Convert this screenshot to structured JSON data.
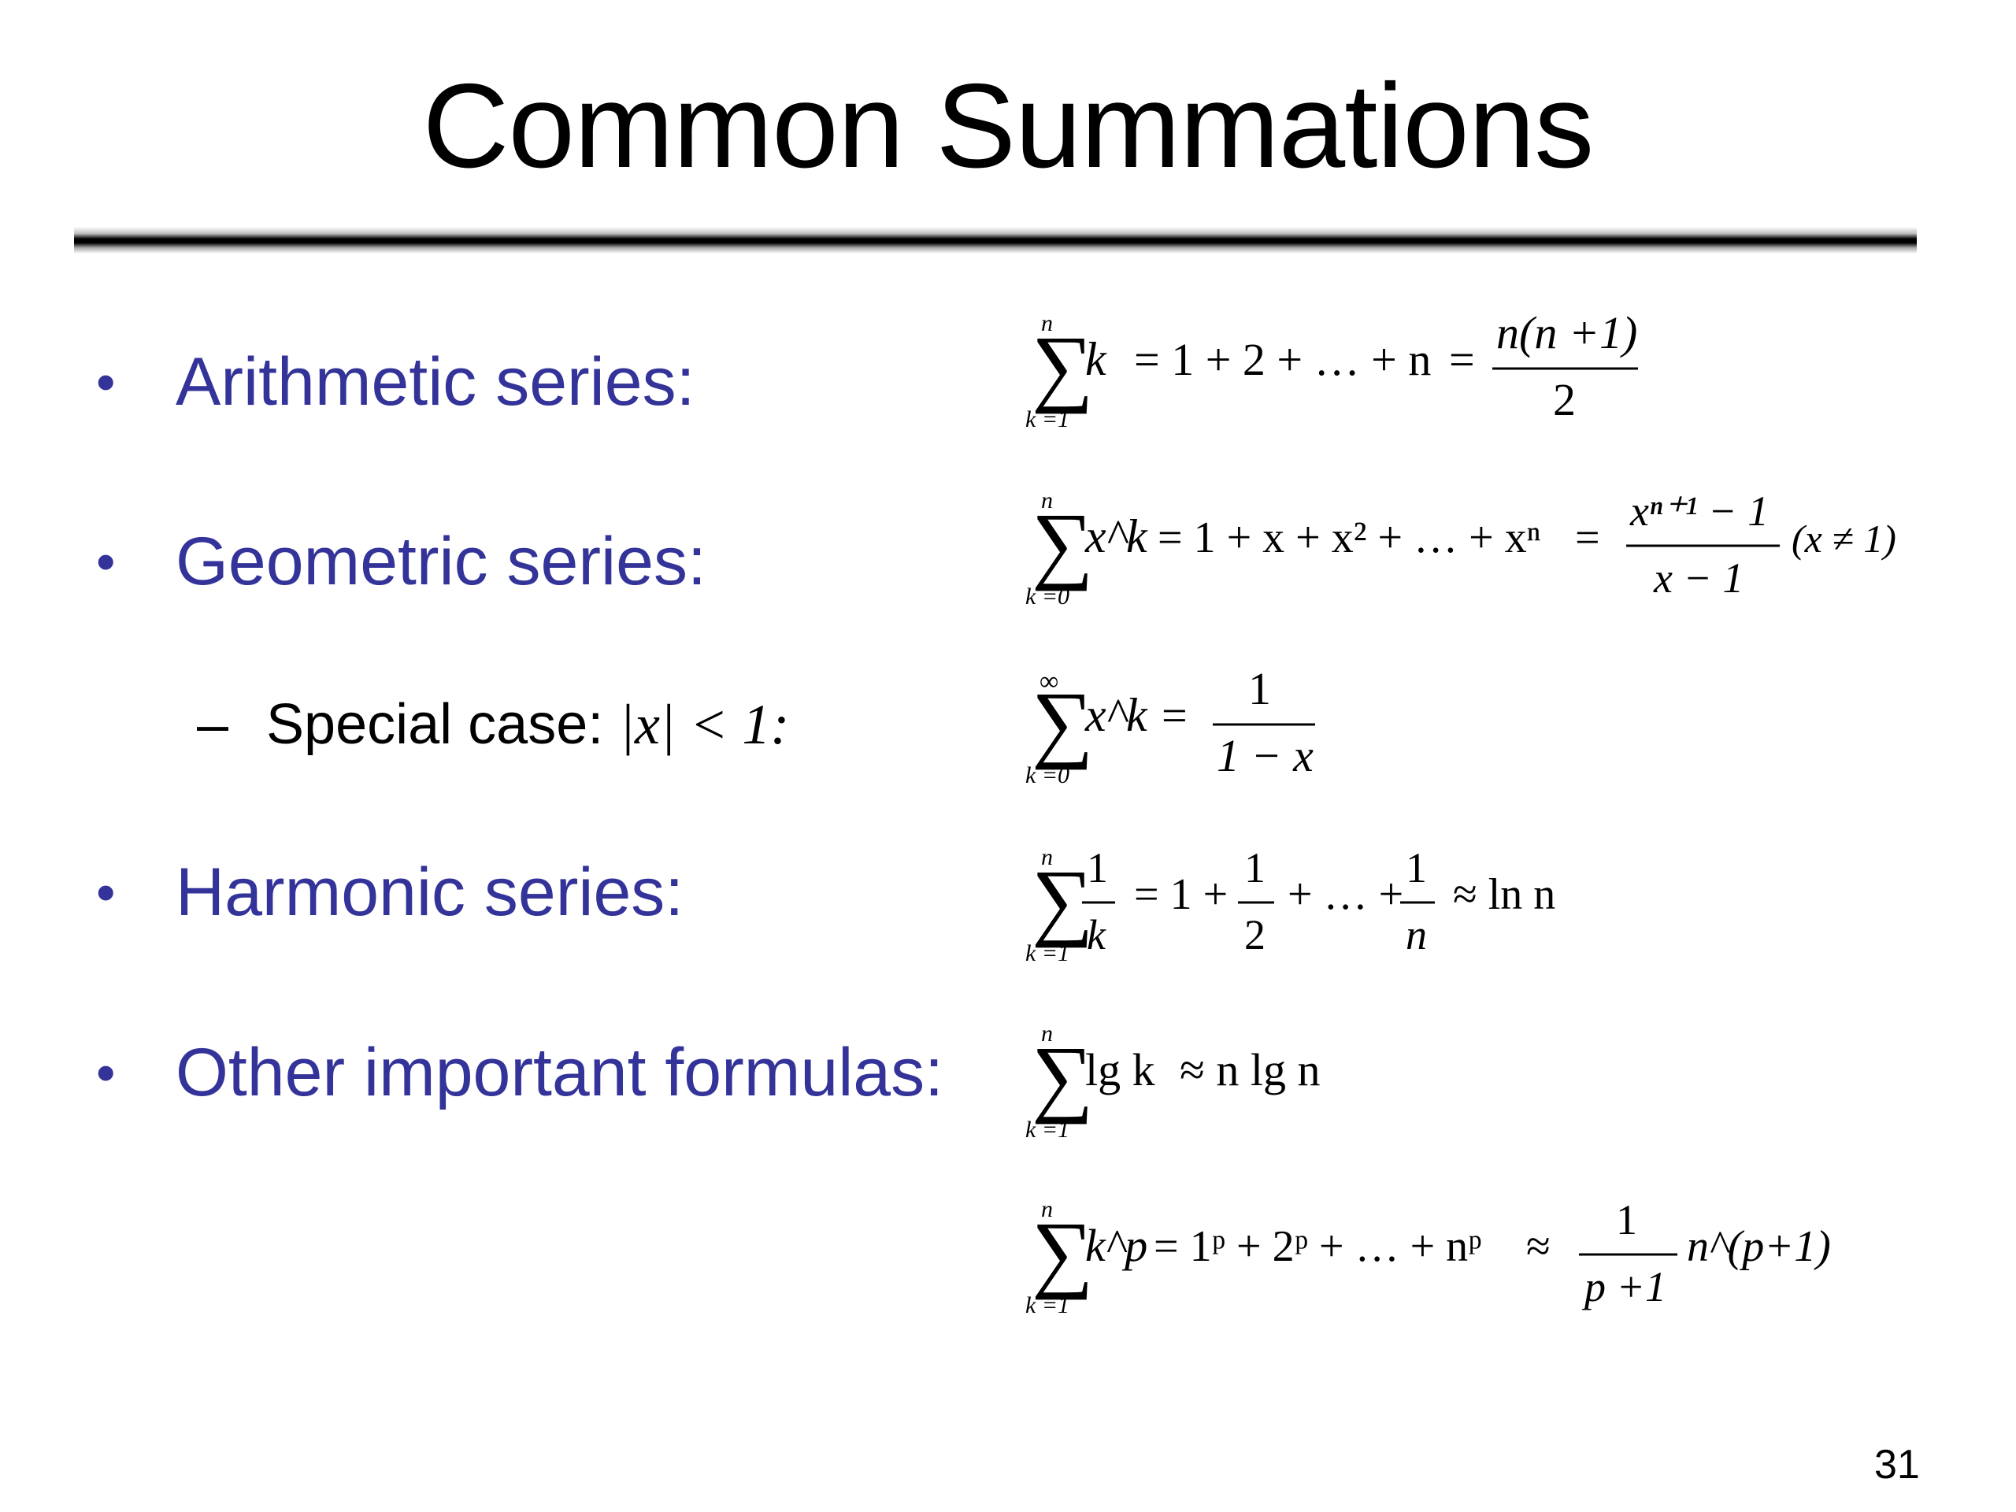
{
  "slide": {
    "title": "Common Summations",
    "page_number": "31"
  },
  "bullets": {
    "arithmetic": "Arithmetic series:",
    "geometric": "Geometric series:",
    "special_case_label": "Special case: ",
    "special_case_condition": "|x| < 1:",
    "harmonic": "Harmonic series:",
    "other": "Other important formulas:"
  },
  "formulas": {
    "arithmetic": {
      "upper": "n",
      "lower": "k =1",
      "term": "k",
      "expansion": "= 1 + 2 + … + n",
      "result_num": "n(n +1)",
      "result_den": "2"
    },
    "geometric": {
      "upper": "n",
      "lower": "k =0",
      "term": "x^k",
      "expansion": "= 1 + x + x² + … + xⁿ",
      "result_num": "xⁿ⁺¹ − 1",
      "result_den": "x − 1",
      "condition": "(x ≠ 1)"
    },
    "special": {
      "upper": "∞",
      "lower": "k =0",
      "term": "x^k",
      "eq": "=",
      "result_num": "1",
      "result_den": "1 − x"
    },
    "harmonic": {
      "upper": "n",
      "lower": "k =1",
      "term_num": "1",
      "term_den": "k",
      "expansion_a": "= 1 +",
      "half_num": "1",
      "half_den": "2",
      "mid": "+ … +",
      "last_num": "1",
      "last_den": "n",
      "approx": "≈ ln n"
    },
    "log": {
      "upper": "n",
      "lower": "k =1",
      "term": "lg k",
      "approx": "≈ n lg n"
    },
    "power": {
      "upper": "n",
      "lower": "k =1",
      "term": "k^p",
      "expansion": "= 1ᵖ + 2ᵖ + … + nᵖ",
      "approx": "≈",
      "frac_num": "1",
      "frac_den": "p +1",
      "tail": "n^(p+1)"
    }
  }
}
